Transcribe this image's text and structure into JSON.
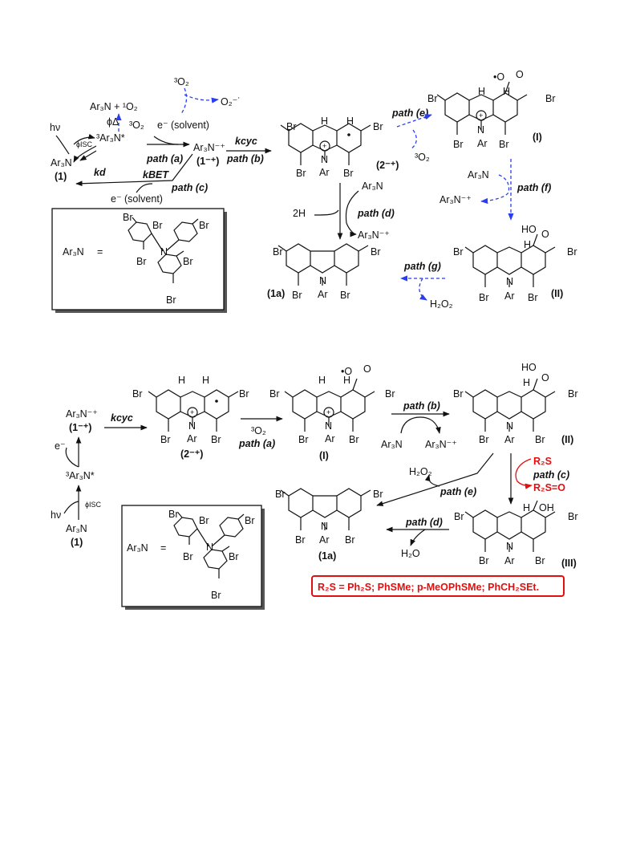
{
  "scheme1": {
    "ar3n_1o2": "Ar₃N + ¹O₂",
    "o2_triplet_top": "³O₂",
    "superoxide": "O₂⁻˙",
    "phi_delta": "ϕΔ",
    "o2_triplet_mid": "³O₂",
    "e_solvent_top": "e⁻ (solvent)",
    "hv": "hν",
    "phi_isc": "ϕISC",
    "triplet_ar3n": "³Ar₃N*",
    "ar3n_radical": "Ar₃N⁻⁺",
    "ar3n_radical_num": "(1⁻⁺)",
    "path_a": "path (a)",
    "ar3n_ground": "Ar₃N",
    "ar3n_ground_num": "(1)",
    "kd": "kd",
    "kbet": "kBET",
    "path_c": "path (c)",
    "e_solvent_bottom": "e⁻ (solvent)",
    "kcyc": "kcyc",
    "path_b": "path (b)",
    "path_e": "path (e)",
    "o2_triplet_right": "³O₂",
    "path_f": "path (f)",
    "ar3n_f": "Ar₃N",
    "ar3n_radical_f": "Ar₃N⁻⁺",
    "two_h": "2H",
    "ar3n_d": "Ar₃N",
    "path_d": "path (d)",
    "ar3n_radical_d": "Ar₃N⁻⁺",
    "path_g": "path (g)",
    "h2o2": "H₂O₂",
    "cmp_2": "(2⁻⁺)",
    "cmp_I": "(I)",
    "cmp_II": "(II)",
    "cmp_1a": "(1a)",
    "peroxyl": "•O",
    "hydroperoxy": "HO",
    "o_atom": "O",
    "h": "H",
    "br": "Br",
    "n": "N",
    "ar": "Ar",
    "box_ar3n": "Ar₃N",
    "box_eq": "="
  },
  "scheme2": {
    "ar3n_radical": "Ar₃N⁻⁺",
    "ar3n_radical_num": "(1⁻⁺)",
    "kcyc": "kcyc",
    "e": "e⁻",
    "triplet_ar3n": "³Ar₃N*",
    "phi_isc": "ϕISC",
    "hv": "hν",
    "ar3n_ground": "Ar₃N",
    "ar3n_ground_num": "(1)",
    "o2_triplet": "³O₂",
    "path_a": "path (a)",
    "path_b": "path (b)",
    "ar3n_b": "Ar₃N",
    "ar3n_radical_b": "Ar₃N⁻⁺",
    "r2s": "R₂S",
    "path_c": "path (c)",
    "r2so": "R₂S=O",
    "h2o2": "H₂O₂",
    "path_e": "path (e)",
    "path_d": "path (d)",
    "h2o": "H₂O",
    "cmp_2": "(2⁻⁺)",
    "cmp_I": "(I)",
    "cmp_II": "(II)",
    "cmp_III": "(III)",
    "cmp_1a": "(1a)",
    "peroxyl": "•O",
    "hydroperoxy": "HO",
    "hydroxy": "OH",
    "o_atom": "O",
    "h": "H",
    "br": "Br",
    "n": "N",
    "ar": "Ar",
    "box_ar3n": "Ar₃N",
    "box_eq": "=",
    "sulfides": "R₂S = Ph₂S; PhSMe; p-MeOPhSMe; PhCH₂SEt."
  },
  "colors": {
    "blue_arrows": "#2a3df0",
    "red_highlight": "#e01010"
  }
}
